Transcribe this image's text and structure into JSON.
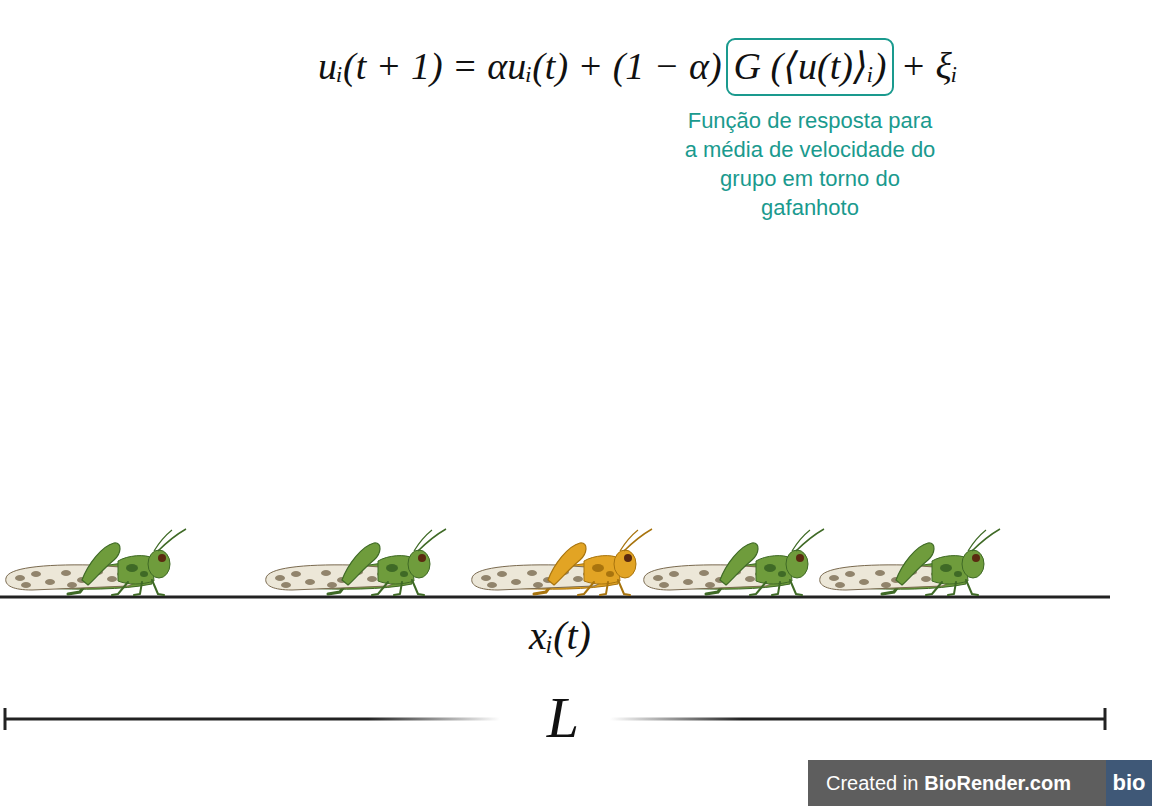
{
  "diagram": {
    "nodes": [
      {
        "text": [
          "G (⟨u(t)⟩ᵢ)",
          "Função de resposta para a média de velocidade do grupo em torno do gafanhoto"
        ]
      }
    ],
    "labels": [
      "uᵢ(t + 1) = αuᵢ(t) + (1 − α)",
      "+ ξᵢ",
      "xᵢ(t)",
      "L",
      "Created in",
      "BioRender.com",
      "bio"
    ]
  }
}
